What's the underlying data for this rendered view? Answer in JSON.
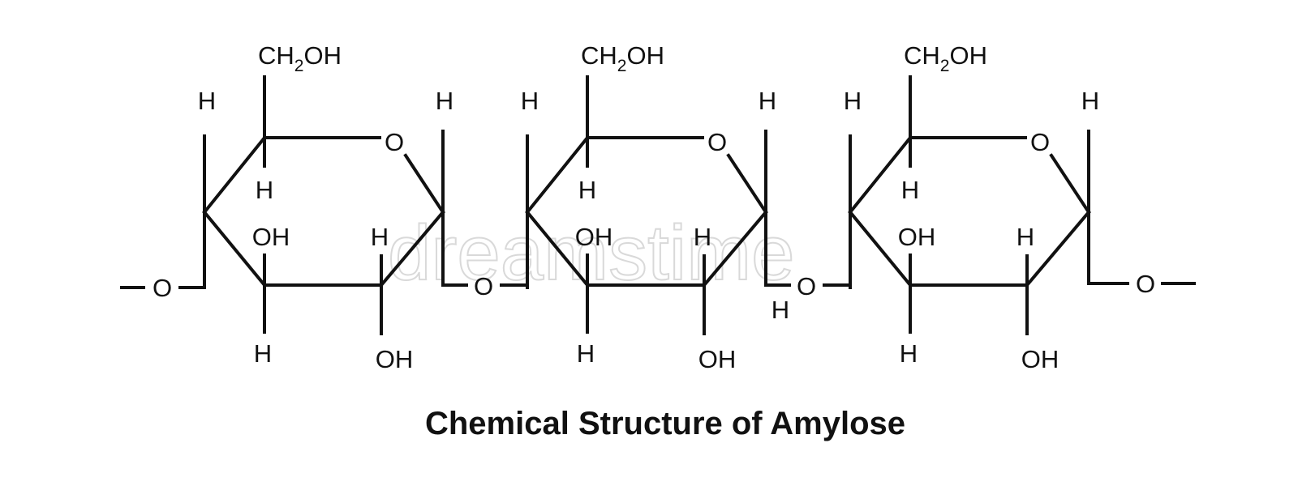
{
  "title": "Chemical Structure of Amylose",
  "watermark": "dreamstime",
  "atoms": {
    "ring_oxygen": "O",
    "glycosidic_oxygen": "O",
    "hydrogen": "H",
    "hydroxyl": "OH",
    "hydroxymethyl": {
      "main": "CH",
      "sub": "2",
      "tail": "OH"
    }
  },
  "units": [
    {
      "id": "unit-1",
      "labels": {
        "c5_h": "H",
        "c4_h": "H",
        "c3_oh": "OH",
        "c2_h": "H",
        "c3_h": "H",
        "c2_oh": "OH",
        "c1_h": "H",
        "ring_o": "O"
      },
      "link_oxygen": "O"
    },
    {
      "id": "unit-2",
      "labels": {
        "c5_h": "H",
        "c4_h": "H",
        "c3_oh": "OH",
        "c2_h": "H",
        "c3_h": "H",
        "c2_oh": "OH",
        "c1_h": "H",
        "ring_o": "O"
      },
      "link_oxygen": "O"
    },
    {
      "id": "unit-3",
      "labels": {
        "c5_h": "H",
        "c4_h": "H",
        "c3_oh": "OH",
        "c2_h": "H",
        "c3_h": "H",
        "c2_oh": "OH",
        "c1_h": "H",
        "ring_o": "O"
      },
      "link_oxygen": "O"
    }
  ],
  "terminal_oxygens": {
    "left": "O",
    "right": "O"
  },
  "extra_h_below_link": "H"
}
